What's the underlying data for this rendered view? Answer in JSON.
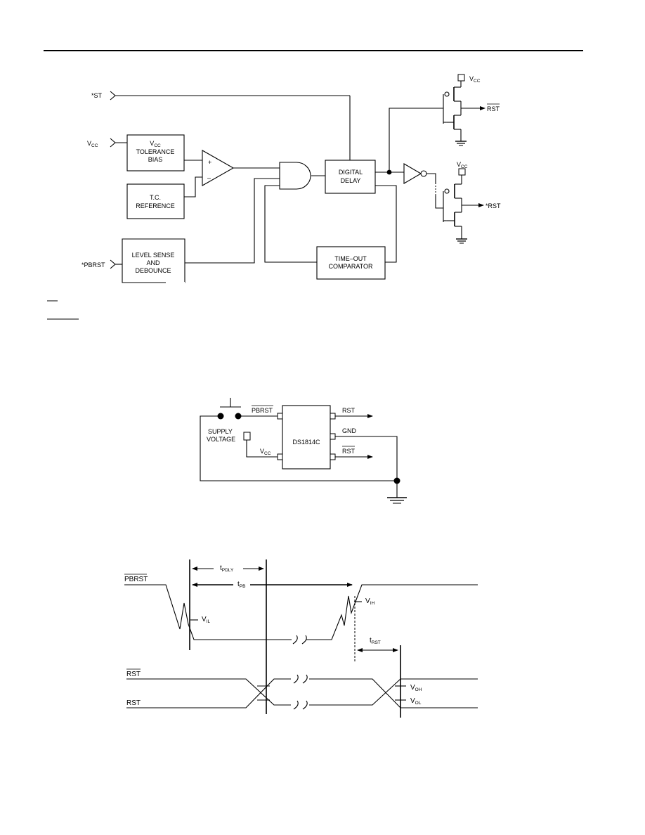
{
  "block_diagram": {
    "inputs": {
      "st": "*ST",
      "vcc": "V",
      "vcc_sub": "CC",
      "pbrst": "*PBRST"
    },
    "blocks": {
      "vcc_bias": {
        "line1": "V",
        "line1_sub": "CC",
        "line1_rest": " ",
        "line2": "TOLERANCE",
        "line3": "BIAS"
      },
      "tc_reference": {
        "line1": "T.C.",
        "line2": "REFERENCE"
      },
      "level_sense": {
        "line1": "LEVEL SENSE",
        "line2": "AND",
        "line3": "DEBOUNCE"
      },
      "digital_delay": {
        "line1": "DIGITAL",
        "line2": "DELAY"
      },
      "timeout_comparator": {
        "line1": "TIME–OUT",
        "line2": "COMPARATOR"
      }
    },
    "comparator_signs": {
      "plus": "+",
      "minus": "–"
    },
    "outputs": {
      "vcc_top": "V",
      "vcc_top_sub": "CC",
      "rst_bar": "RST",
      "vcc_bottom": "V",
      "vcc_bottom_sub": "CC",
      "rst_star": "*RST"
    }
  },
  "application_circuit": {
    "pbrst_label": "PBRST",
    "supply_line1": "SUPPLY",
    "supply_line2": "VOLTAGE",
    "vcc_label": "V",
    "vcc_sub": "CC",
    "chip_label": "DS1814C",
    "pins": {
      "rst": "RST",
      "gnd": "GND",
      "rst_bar": "RST"
    }
  },
  "timing_diagram": {
    "signals": {
      "pbrst": "PBRST",
      "rst_bar": "RST",
      "rst": "RST"
    },
    "params": {
      "t_pdly": "t",
      "t_pdly_sub": "PDLY",
      "t_pb": "t",
      "t_pb_sub": "PB",
      "t_rst": "t",
      "t_rst_sub": "RST",
      "v_il": "V",
      "v_il_sub": "IL",
      "v_ih": "V",
      "v_ih_sub": "IH",
      "v_oh": "V",
      "v_oh_sub": "OH",
      "v_ol": "V",
      "v_ol_sub": "OL"
    }
  }
}
